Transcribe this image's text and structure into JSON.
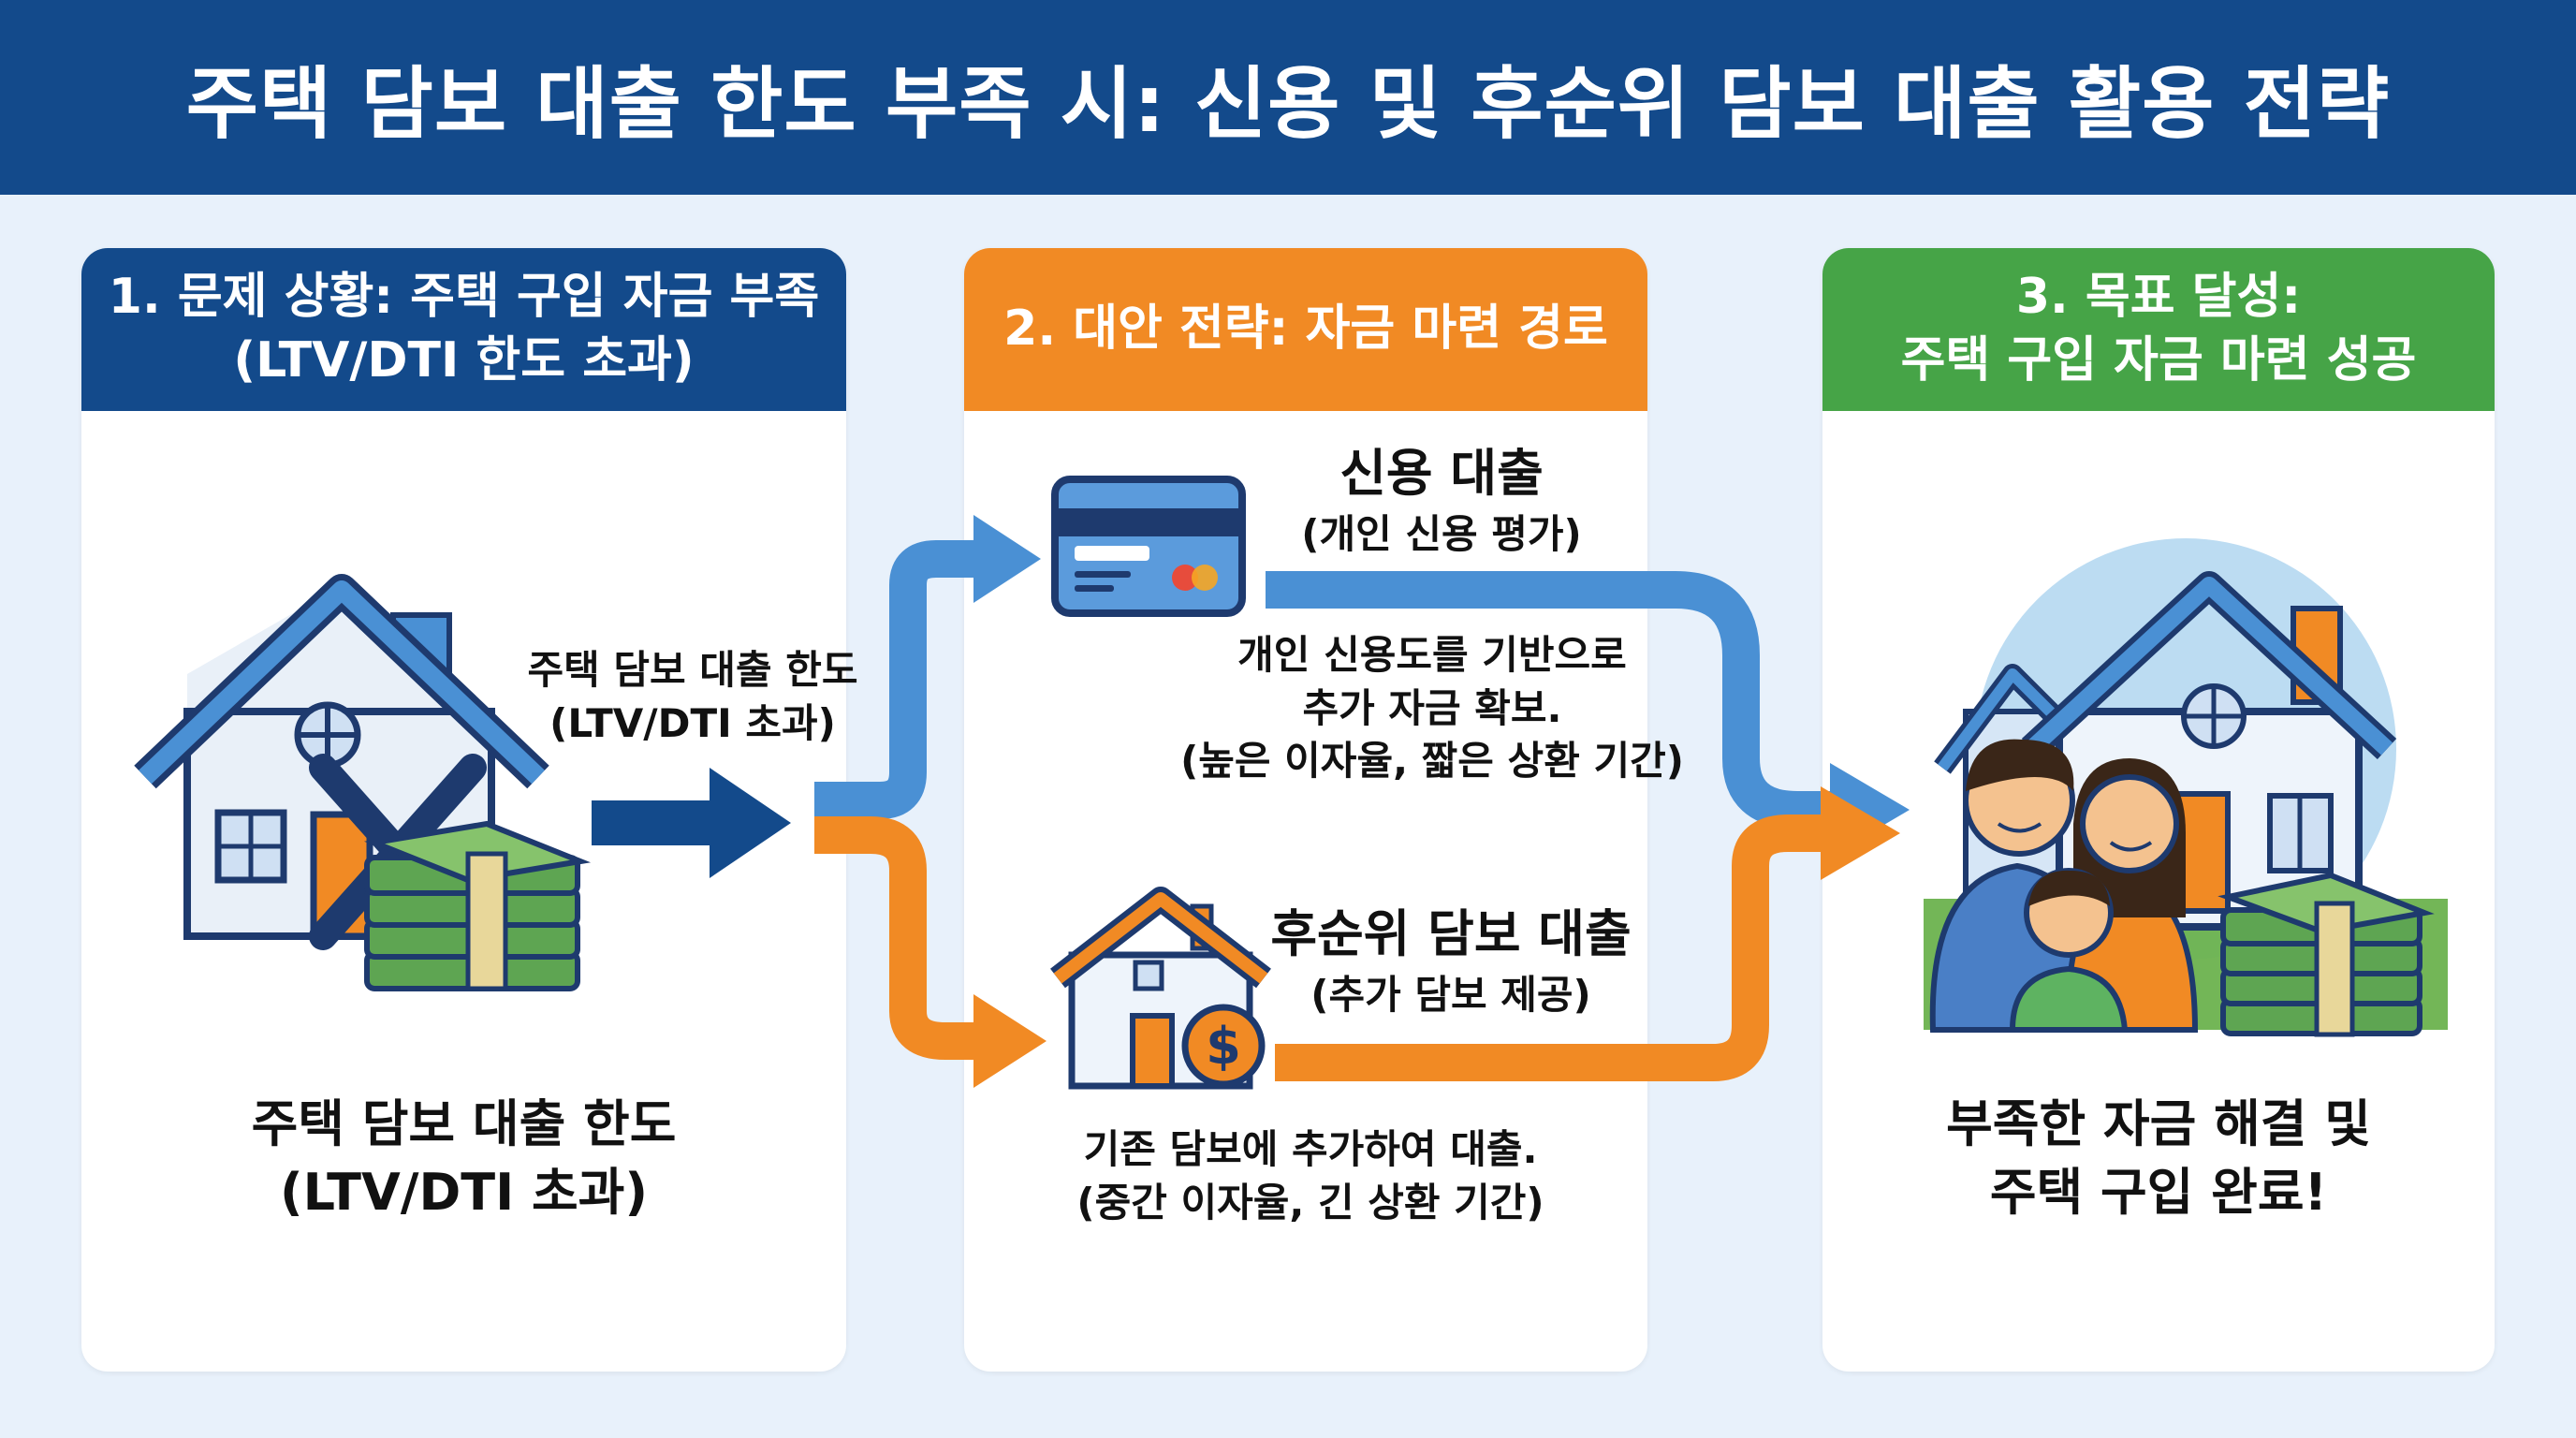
{
  "title": "주택 담보 대출 한도 부족 시: 신용 및 후순위 담보 대출 활용 전략",
  "colors": {
    "navy": "#134a8b",
    "orange": "#f18a24",
    "green": "#46a447",
    "blue_flow": "#4a90d4",
    "background": "#e8f1fb"
  },
  "panel1": {
    "header_line1": "1. 문제 상황: 주택 구입 자금 부족",
    "header_line2": "(LTV/DTI 한도 초과)",
    "icon": "house-with-x-and-money-icon",
    "arrow_label_line1": "주택 담보 대출 한도",
    "arrow_label_line2": "(LTV/DTI 초과)",
    "caption_line1": "주택 담보 대출 한도",
    "caption_line2": "(LTV/DTI 초과)"
  },
  "panel2": {
    "header": "2. 대안 전략: 자금 마련 경로",
    "credit": {
      "icon": "credit-card-icon",
      "title": "신용 대출",
      "subtitle": "(개인 신용 평가)",
      "desc_line1": "개인 신용도를 기반으로",
      "desc_line2": "추가 자금 확보.",
      "desc_line3": "(높은 이자율, 짧은 상환 기간)"
    },
    "junior": {
      "icon": "house-with-dollar-coin-icon",
      "title": "후순위 담보 대출",
      "subtitle": "(추가 담보 제공)",
      "desc_line1": "기존 담보에 추가하여 대출.",
      "desc_line2": "(중간 이자율, 긴 상환 기간)"
    }
  },
  "panel3": {
    "header_line1": "3. 목표 달성:",
    "header_line2": "주택 구입 자금 마련 성공",
    "icon": "family-house-money-icon",
    "caption_line1": "부족한 자금 해결 및",
    "caption_line2": "주택 구입 완료!"
  }
}
